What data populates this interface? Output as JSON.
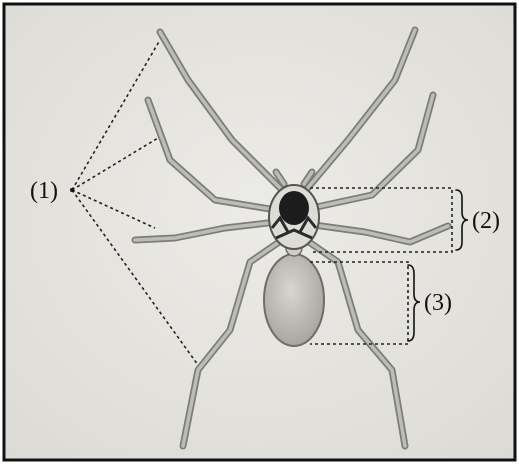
{
  "diagram": {
    "labels": {
      "legs": "(1)",
      "cephalothorax": "(2)",
      "abdomen": "(3)"
    },
    "colors": {
      "background": "#e4e2dd",
      "frame": "#111111",
      "leg": "#bdbdb8",
      "leg_outline": "#7d7d78",
      "cephalothorax": "#d9d8d4",
      "carapace": "#1c1c1c",
      "abdomen": "#c7c5bf"
    }
  }
}
